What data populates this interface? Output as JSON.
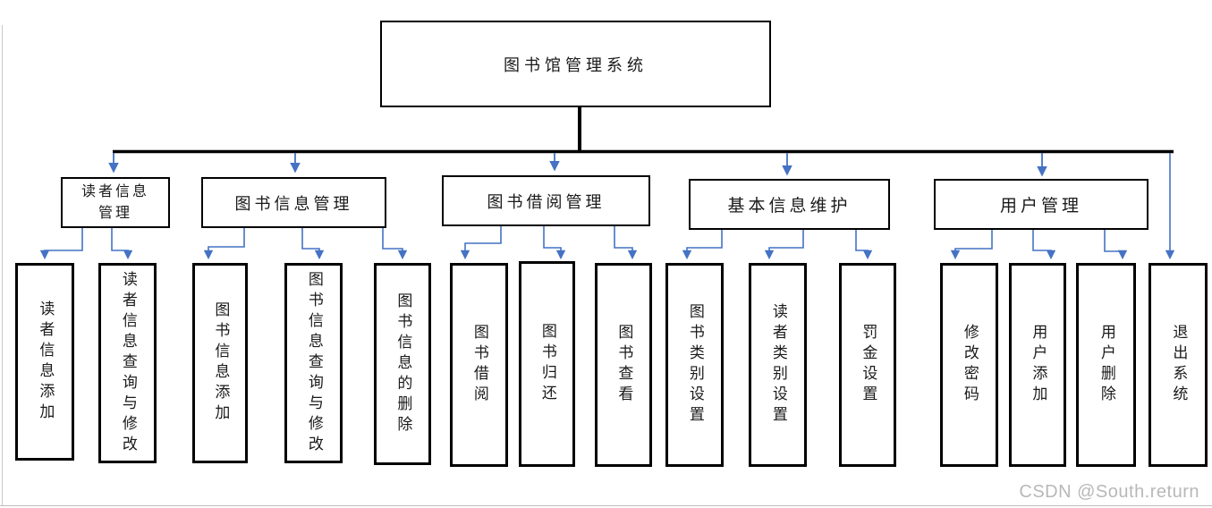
{
  "diagram": {
    "root": {
      "label": "图书馆管理系统"
    },
    "level2": [
      {
        "label": "读者信息管理"
      },
      {
        "label": "图书信息管理"
      },
      {
        "label": "图书借阅管理"
      },
      {
        "label": "基本信息维护"
      },
      {
        "label": "用户管理"
      }
    ],
    "level3": [
      {
        "label": "读者信息添加",
        "parent": "读者信息管理"
      },
      {
        "label": "读者信息查询与修改",
        "parent": "读者信息管理"
      },
      {
        "label": "图书信息添加",
        "parent": "图书信息管理"
      },
      {
        "label": "图书信息查询与修改",
        "parent": "图书信息管理"
      },
      {
        "label": "图书信息的删除",
        "parent": "图书信息管理"
      },
      {
        "label": "图书借阅",
        "parent": "图书借阅管理"
      },
      {
        "label": "图书归还",
        "parent": "图书借阅管理"
      },
      {
        "label": "图书查看",
        "parent": "图书借阅管理"
      },
      {
        "label": "图书类别设置",
        "parent": "基本信息维护"
      },
      {
        "label": "读者类别设置",
        "parent": "基本信息维护"
      },
      {
        "label": "罚金设置",
        "parent": "基本信息维护"
      },
      {
        "label": "修改密码",
        "parent": "用户管理"
      },
      {
        "label": "用户添加",
        "parent": "用户管理"
      },
      {
        "label": "用户删除",
        "parent": "用户管理"
      },
      {
        "label": "退出系统",
        "parent": "图书馆管理系统"
      }
    ]
  },
  "watermark": "CSDN @South.return",
  "colors": {
    "connector_blue": "#4472C4",
    "trunk_black": "#000000",
    "box_border": "#000000",
    "watermark_gray": "#b8b8b8"
  }
}
